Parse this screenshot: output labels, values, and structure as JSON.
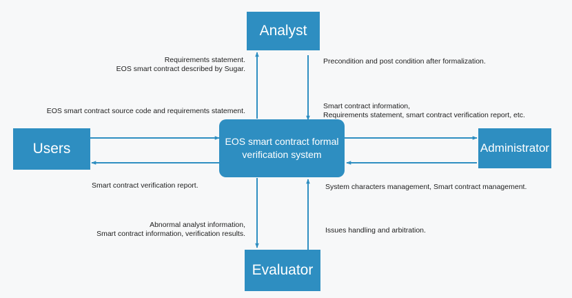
{
  "colors": {
    "box": "#2e8ec1",
    "arrow": "#2e8ec1",
    "background": "#f7f8f9"
  },
  "nodes": {
    "analyst": "Analyst",
    "users": "Users",
    "administrator": "Administrator",
    "evaluator": "Evaluator",
    "system_line1": "EOS smart contract formal",
    "system_line2": "verification system"
  },
  "edges": {
    "system_to_analyst": {
      "line1": "Requirements statement.",
      "line2": "EOS smart contract described by Sugar."
    },
    "analyst_to_system": {
      "line1": "Precondition and post condition after formalization."
    },
    "users_to_system": {
      "line1": "EOS smart contract source code and requirements statement."
    },
    "system_to_administrator": {
      "line1": "Smart contract information,",
      "line2": "Requirements statement, smart contract verification report, etc."
    },
    "system_to_users": {
      "line1": "Smart contract verification report."
    },
    "administrator_to_system": {
      "line1": "System characters management, Smart contract management."
    },
    "system_to_evaluator": {
      "line1": "Abnormal analyst information,",
      "line2": "Smart contract information, verification results."
    },
    "evaluator_to_system": {
      "line1": "Issues handling and arbitration."
    }
  }
}
